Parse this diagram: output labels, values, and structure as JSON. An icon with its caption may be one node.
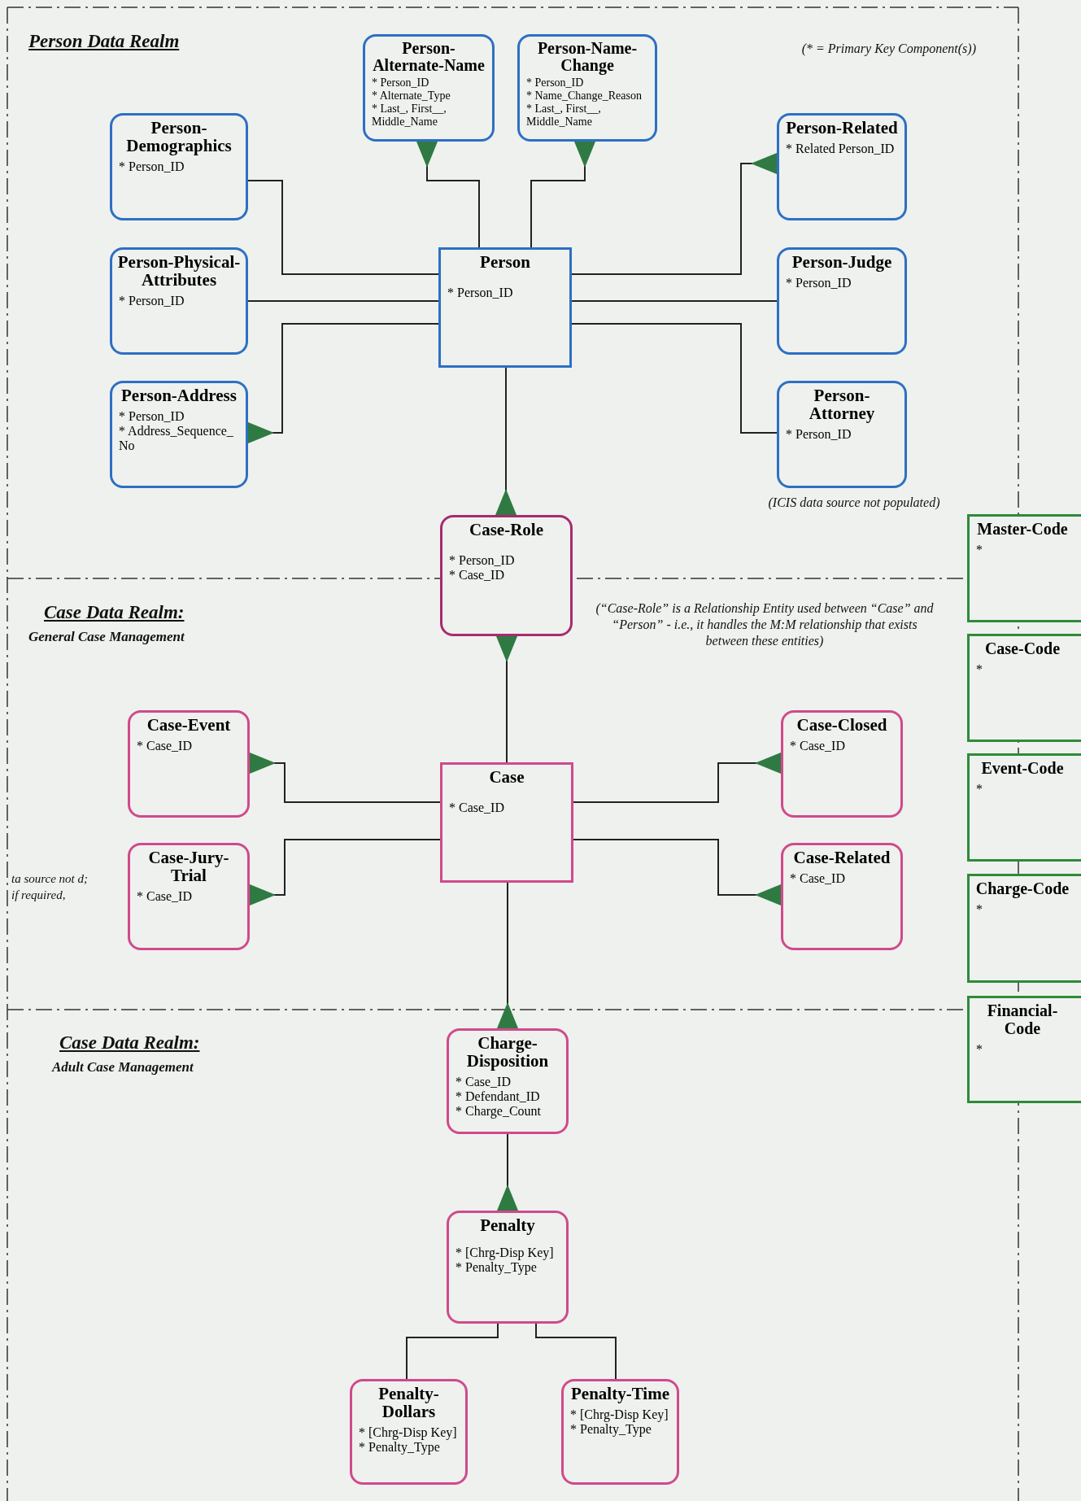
{
  "diagram": {
    "nodes": [
      {
        "text": [
          "Person-Alternate-Name",
          "* Person_ID",
          "* Alternate_Type",
          "* Last_, First__, Middle_Name"
        ]
      },
      {
        "text": [
          "Person-Name-Change",
          "* Person_ID",
          "* Name_Change_Reason",
          "* Last_, First__, Middle_Name"
        ]
      },
      {
        "text": [
          "Person-Demographics",
          "* Person_ID"
        ]
      },
      {
        "text": [
          "Person-Related",
          "* Related Person_ID"
        ]
      },
      {
        "text": [
          "Person-Physical-Attributes",
          "* Person_ID"
        ]
      },
      {
        "text": [
          "Person",
          "* Person_ID"
        ]
      },
      {
        "text": [
          "Person-Judge",
          "* Person_ID"
        ]
      },
      {
        "text": [
          "Person-Address",
          "* Person_ID",
          "* Address_Sequence_ No"
        ]
      },
      {
        "text": [
          "Person-Attorney",
          "* Person_ID"
        ]
      },
      {
        "text": [
          "Case-Role",
          "* Person_ID",
          "* Case_ID"
        ]
      },
      {
        "text": [
          "Master-Code",
          "*"
        ]
      },
      {
        "text": [
          "Case-Code",
          "*"
        ]
      },
      {
        "text": [
          "Case-Event",
          "* Case_ID"
        ]
      },
      {
        "text": [
          "Case-Closed",
          "* Case_ID"
        ]
      },
      {
        "text": [
          "Case",
          "* Case_ID"
        ]
      },
      {
        "text": [
          "Event-Code",
          "*"
        ]
      },
      {
        "text": [
          "Case-Jury-Trial",
          "* Case_ID"
        ]
      },
      {
        "text": [
          "Case-Related",
          "* Case_ID"
        ]
      },
      {
        "text": [
          "Charge-Code",
          "*"
        ]
      },
      {
        "text": [
          "Charge-Disposition",
          "* Case_ID",
          "* Defendant_ID",
          "* Charge_Count"
        ]
      },
      {
        "text": [
          "Financial-Code",
          "*"
        ]
      },
      {
        "text": [
          "Penalty",
          "* [Chrg-Disp Key]",
          "* Penalty_Type"
        ]
      },
      {
        "text": [
          "Penalty-Dollars",
          "* [Chrg-Disp Key]",
          "* Penalty_Type"
        ]
      },
      {
        "text": [
          "Penalty-Time",
          "* [Chrg-Disp Key]",
          "* Penalty_Type"
        ]
      }
    ],
    "edges": [
      {
        "from": 5,
        "to": 0,
        "arrow": "other"
      },
      {
        "from": 5,
        "to": 1,
        "arrow": "other"
      },
      {
        "from": 5,
        "to": 2,
        "arrow": "none"
      },
      {
        "from": 5,
        "to": 3,
        "arrow": "other"
      },
      {
        "from": 5,
        "to": 4,
        "arrow": "none"
      },
      {
        "from": 5,
        "to": 6,
        "arrow": "none"
      },
      {
        "from": 5,
        "to": 7,
        "arrow": "other"
      },
      {
        "from": 5,
        "to": 8,
        "arrow": "none"
      },
      {
        "from": 5,
        "to": 9,
        "arrow": "other"
      },
      {
        "from": 14,
        "to": 9,
        "arrow": "other"
      },
      {
        "from": 14,
        "to": 12,
        "arrow": "other"
      },
      {
        "from": 14,
        "to": 16,
        "arrow": "other"
      },
      {
        "from": 14,
        "to": 13,
        "arrow": "other"
      },
      {
        "from": 14,
        "to": 17,
        "arrow": "other"
      },
      {
        "from": 14,
        "to": 19,
        "arrow": "other"
      },
      {
        "from": 19,
        "to": 21,
        "arrow": "other"
      },
      {
        "from": 21,
        "to": 22,
        "arrow": "none"
      },
      {
        "from": 21,
        "to": 23,
        "arrow": "none"
      }
    ],
    "labels": [
      "Person Data Realm",
      "(* = Primary Key Component(s))",
      "(ICIS data source not populated)",
      "Case Data Realm:",
      "General Case Management",
      "(“Case-Role” is a Relationship Entity used between “Case” and “Person” - i.e., it handles the M:M relationship that exists between these entities)",
      "ta source not d; if required,",
      "Case Data Realm:",
      "Adult Case Management"
    ]
  }
}
